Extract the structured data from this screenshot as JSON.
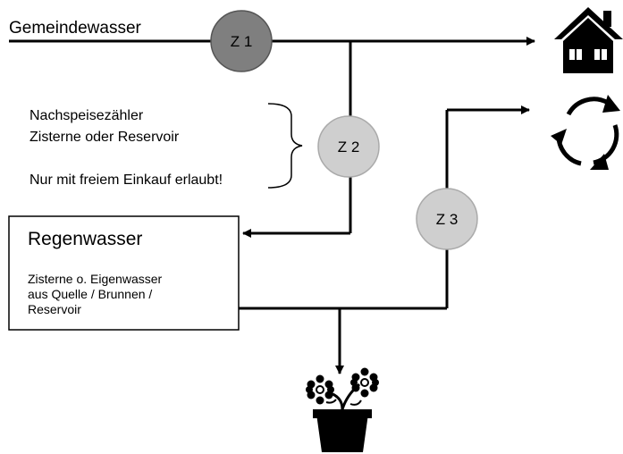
{
  "supply": {
    "label": "Gemeindewasser"
  },
  "meters": {
    "z1": {
      "label": "Z 1",
      "color": "#7f7f7f"
    },
    "z2": {
      "label": "Z 2",
      "color": "#cfcfcf"
    },
    "z3": {
      "label": "Z 3",
      "color": "#cfcfcf"
    }
  },
  "note": {
    "line1": "Nachspeisezähler",
    "line2": "Zisterne oder Reservoir",
    "line3": "Nur mit freiem Einkauf erlaubt!"
  },
  "rainwater": {
    "title": "Regenwasser",
    "desc_line1": "Zisterne o. Eigenwasser",
    "desc_line2": "aus Quelle / Brunnen /",
    "desc_line3": "Reservoir"
  },
  "icons": {
    "house": "house-icon",
    "recycle": "recycle-icon",
    "plant": "flower-pot-icon"
  }
}
